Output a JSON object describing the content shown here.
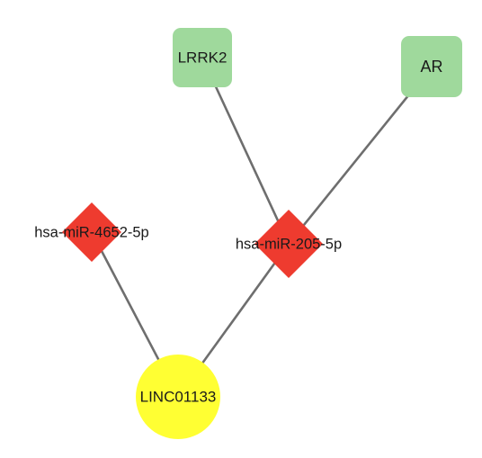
{
  "network": {
    "nodes": [
      {
        "id": "LRRK2",
        "label": "LRRK2",
        "type": "mrna",
        "shape": "rounded-square",
        "color": "#9fd99c"
      },
      {
        "id": "AR",
        "label": "AR",
        "type": "mrna",
        "shape": "rounded-square",
        "color": "#9fd99c"
      },
      {
        "id": "hsa-miR-4652-5p",
        "label": "hsa-miR-4652-5p",
        "type": "mirna",
        "shape": "diamond",
        "color": "#ee3b2f"
      },
      {
        "id": "hsa-miR-205-5p",
        "label": "hsa-miR-205-5p",
        "type": "mirna",
        "shape": "diamond",
        "color": "#ee3b2f"
      },
      {
        "id": "LINC01133",
        "label": "LINC01133",
        "type": "lncrna",
        "shape": "circle",
        "color": "#ffff33"
      }
    ],
    "edges": [
      {
        "source": "LRRK2",
        "target": "hsa-miR-205-5p"
      },
      {
        "source": "AR",
        "target": "hsa-miR-205-5p"
      },
      {
        "source": "hsa-miR-4652-5p",
        "target": "LINC01133"
      },
      {
        "source": "hsa-miR-205-5p",
        "target": "LINC01133"
      }
    ],
    "edge_color": "#6e6e6e"
  }
}
